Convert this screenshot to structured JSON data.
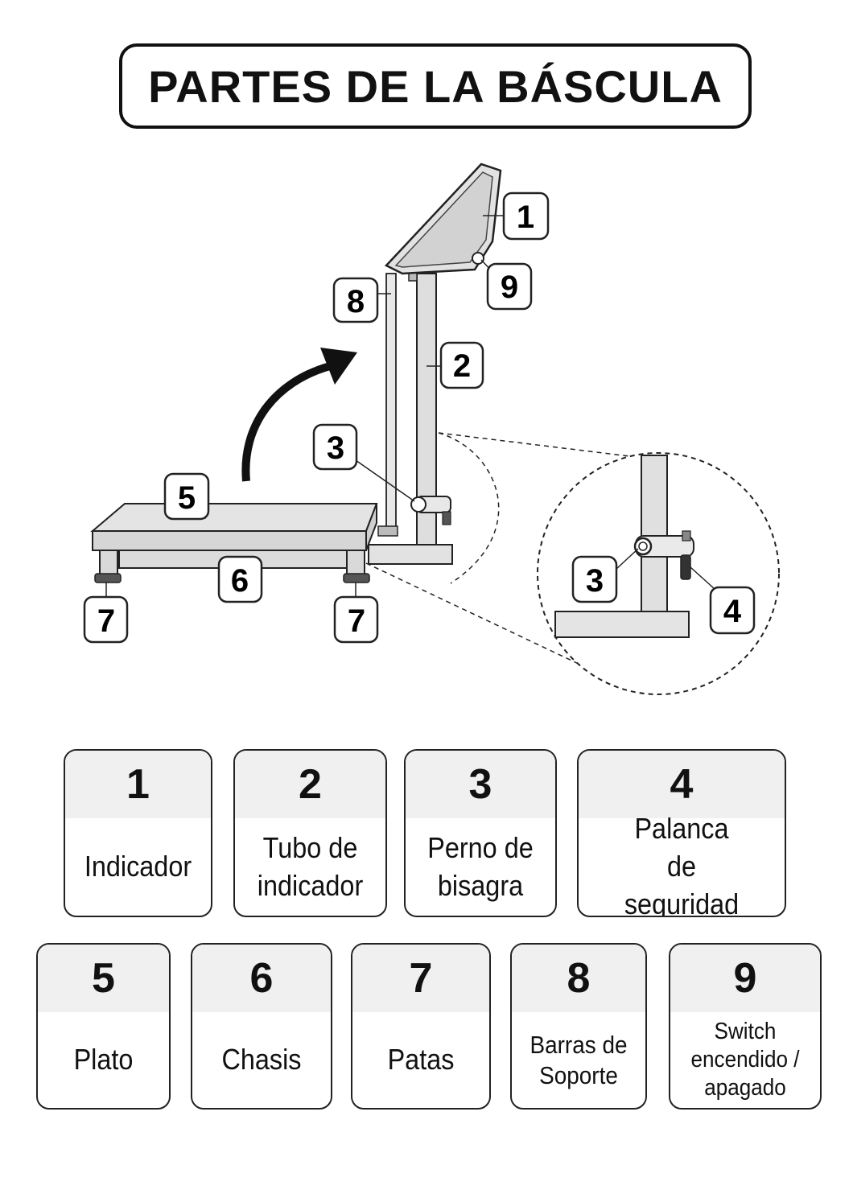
{
  "title": "PARTES DE LA BÁSCULA",
  "callouts": {
    "c1": "1",
    "c2": "2",
    "c3": "3",
    "c3b": "3",
    "c4": "4",
    "c5": "5",
    "c6": "6",
    "c7a": "7",
    "c7b": "7",
    "c8": "8",
    "c9": "9"
  },
  "legend": [
    {
      "number": "1",
      "label": "Indicador"
    },
    {
      "number": "2",
      "label": "Tubo de indicador"
    },
    {
      "number": "3",
      "label": "Perno de bisagra"
    },
    {
      "number": "4",
      "label": "Palanca de seguridad"
    },
    {
      "number": "5",
      "label": "Plato"
    },
    {
      "number": "6",
      "label": "Chasis"
    },
    {
      "number": "7",
      "label": "Patas"
    },
    {
      "number": "8",
      "label": "Barras de Soporte"
    },
    {
      "number": "9",
      "label": "Switch encendido / apagado"
    }
  ]
}
